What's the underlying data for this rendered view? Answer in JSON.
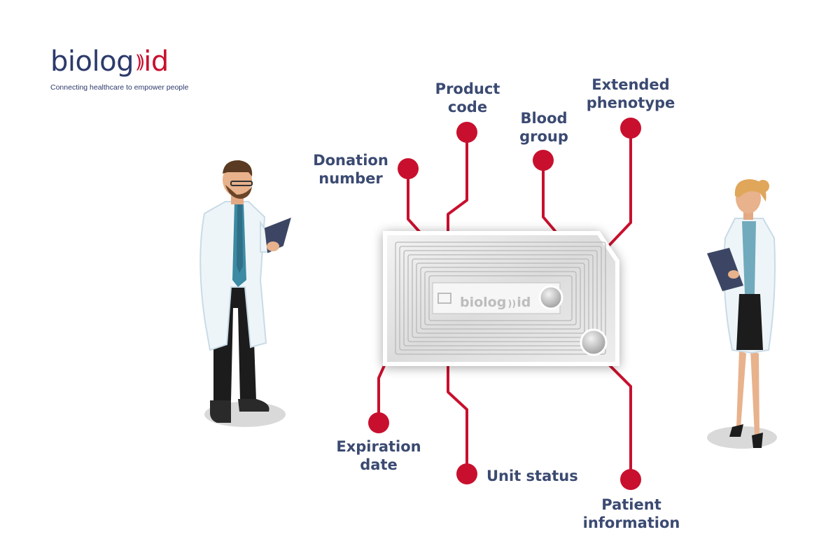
{
  "brand": {
    "name_part1": "biolog",
    "waves": "))",
    "name_part2": "id",
    "tagline": "Connecting healthcare to empower people",
    "tag_name": "biolog",
    "tag_waves": "))",
    "tag_suffix": "id"
  },
  "labels": {
    "donation_number": "Donation\nnumber",
    "product_code": "Product\ncode",
    "blood_group": "Blood\ngroup",
    "extended_phenotype": "Extended\nphenotype",
    "expiration_date": "Expiration\ndate",
    "unit_status": "Unit status",
    "patient_information": "Patient\ninformation"
  },
  "colors": {
    "accent_red": "#c8102e",
    "navy": "#2d3a6c",
    "label_text": "#3b4a72"
  }
}
